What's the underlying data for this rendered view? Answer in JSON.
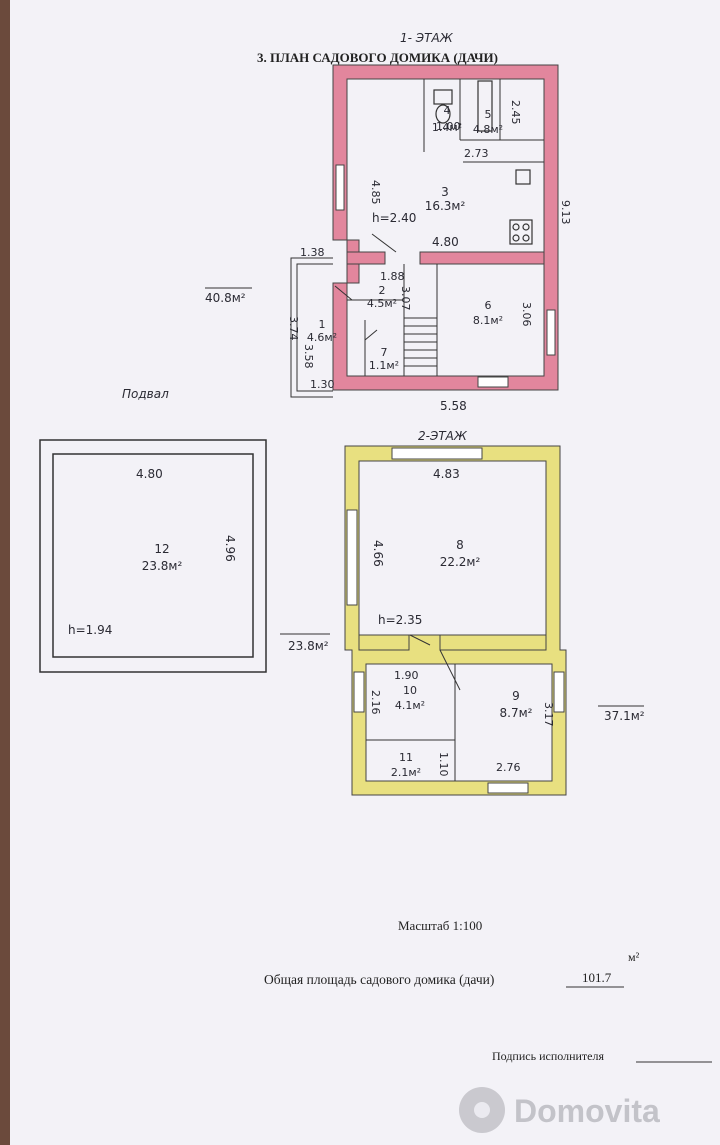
{
  "floor1_label": "1- ЭТАЖ",
  "title": "3. ПЛАН САДОВОГО ДОМИКА (ДАЧИ)",
  "floor1": {
    "height": "h=2.40",
    "total_area": "40.8м²",
    "rooms": [
      {
        "num": "1",
        "area": "4.6м²"
      },
      {
        "num": "2",
        "area": "4.5м²"
      },
      {
        "num": "3",
        "area": "16.3м²"
      },
      {
        "num": "4",
        "area": "1.4м²"
      },
      {
        "num": "5",
        "area": "4.8м²"
      },
      {
        "num": "6",
        "area": "8.1м²"
      },
      {
        "num": "7",
        "area": "1.1м²"
      }
    ],
    "dims": [
      "4.85",
      "9.13",
      "4.80",
      "1.38",
      "1.88",
      "3.07",
      "3.06",
      "3.74",
      "3.58",
      "1.30",
      "5.58",
      "2.73",
      "2.45",
      "1.00"
    ]
  },
  "basement": {
    "label": "Подвал",
    "room": {
      "num": "12",
      "area": "23.8м²"
    },
    "height": "h=1.94",
    "width_dim": "4.80",
    "depth_dim": "4.96",
    "total_area": "23.8м²"
  },
  "floor2": {
    "label": "2-ЭТАЖ",
    "height": "h=2.35",
    "total_area": "37.1м²",
    "rooms": [
      {
        "num": "8",
        "area": "22.2м²"
      },
      {
        "num": "9",
        "area": "8.7м²"
      },
      {
        "num": "10",
        "area": "4.1м²"
      },
      {
        "num": "11",
        "area": "2.1м²"
      }
    ],
    "dims": [
      "4.83",
      "4.66",
      "1.90",
      "2.16",
      "3.17",
      "1.10",
      "2.76"
    ]
  },
  "scale_label": "Масштаб  1:100",
  "total_label": "Общая площадь садового домика (дачи)",
  "total_value": "101.7",
  "total_unit": "м²",
  "signature_label": "Подпись исполнителя",
  "watermark": "Domovita",
  "colors": {
    "walls_floor1": "#e2869d",
    "walls_floor2": "#e8e080",
    "paper": "#f3f2f7"
  }
}
